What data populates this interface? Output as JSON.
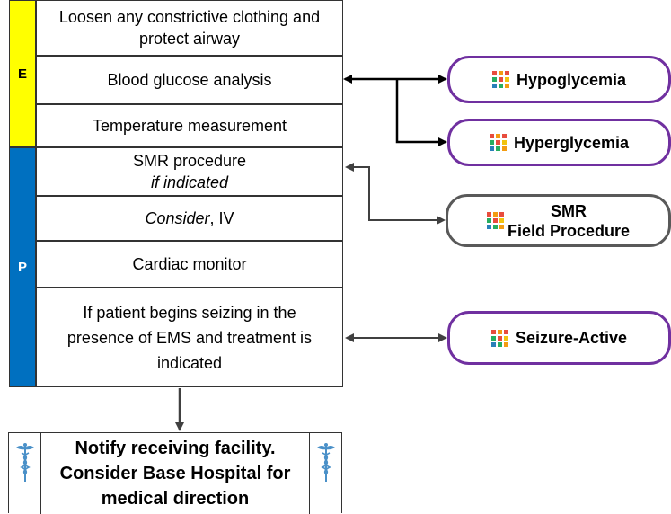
{
  "phases": {
    "e_label": "E",
    "p_label": "P"
  },
  "steps": {
    "loosen": "Loosen any constrictive clothing and protect airway",
    "glucose": "Blood glucose analysis",
    "temperature": "Temperature measurement",
    "smr_line1": "SMR procedure",
    "smr_line2": "if indicated",
    "iv_consider": "Consider",
    "iv_rest": ", IV",
    "cardiac": "Cardiac monitor",
    "seizing": "If patient begins seizing in the presence of EMS and treatment is indicated"
  },
  "protocols": {
    "hypoglycemia": "Hypoglycemia",
    "hyperglycemia": "Hyperglycemia",
    "smr_line1": "SMR",
    "smr_line2": "Field Procedure",
    "seizure": "Seizure-Active"
  },
  "notify": {
    "text": "Notify receiving facility. Consider Base Hospital for medical direction"
  },
  "colors": {
    "phase_e": "#ffff00",
    "phase_p": "#0070c0",
    "protocol_border_purple": "#7030a0",
    "protocol_border_gray": "#595959",
    "caduceus": "#4a90c8"
  },
  "icons": {
    "protocol_icon": "colored-grid-icon",
    "notify_icon": "caduceus-icon"
  }
}
